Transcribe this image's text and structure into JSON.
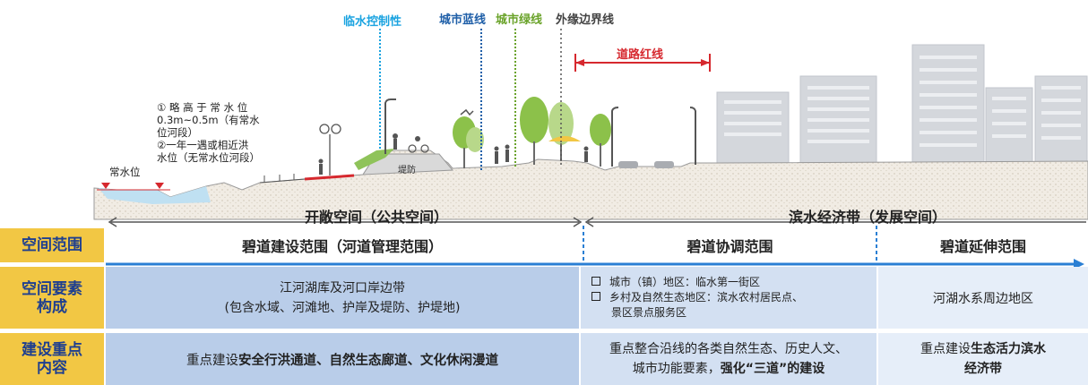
{
  "top_labels": {
    "flood_control": "临水控制性",
    "blue_line": "城市蓝线",
    "green_line": "城市绿线",
    "outer_boundary": "外缘边界线",
    "road_red_line": "道路红线"
  },
  "water_note": {
    "normal_water_level": "常水位",
    "line1": "① 略 高 于 常 水 位",
    "line2": "0.3m~0.5m（有常水",
    "line3": "位河段）",
    "line4": "②一年一遇或相近洪",
    "line5": "水位（无常水位河段）"
  },
  "levee_label": "堤防",
  "ground_labels": {
    "public_space": "开敞空间（公共空间）",
    "development_space": "滨水经济带（发展空间）"
  },
  "table": {
    "row_headers": {
      "scope": "空间范围",
      "elements_line1": "空间要素",
      "elements_line2": "构成",
      "focus_line1": "建设重点",
      "focus_line2": "内容"
    },
    "scope": {
      "construction": "碧道建设范围（河道管理范围）",
      "coordination": "碧道协调范围",
      "extension": "碧道延伸范围"
    },
    "elements": {
      "construction_line1": "江河湖库及河口岸边带",
      "construction_line2": "(包含水域、河滩地、护岸及堤防、护堤地)",
      "coordination_item1": "城市（镇）地区：临水第一街区",
      "coordination_item2_line1": "乡村及自然生态地区：滨水农村居民点、",
      "coordination_item2_line2": "景区景点服务区",
      "extension": "河湖水系周边地区"
    },
    "focus": {
      "construction_prefix": "重点建设",
      "construction_bold": "安全行洪通道、自然生态廊道、文化休闲漫道",
      "coordination_line1": "重点整合沿线的各类自然生态、历史人文、",
      "coordination_line2_normal": "城市功能要素，",
      "coordination_line2_bold": "强化“三道”的建设",
      "extension_prefix": "重点建设",
      "extension_bold1": "生态活力滨水",
      "extension_bold2": "经济带"
    }
  },
  "colors": {
    "header_yellow": "#f2c744",
    "header_text": "#1f3f8f",
    "arrow_blue": "#2a7fd4",
    "flood_label": "#1aa3e0",
    "blue_line": "#1f5fa8",
    "green_line": "#6aa32a",
    "red_line": "#d6282e",
    "ground": "#efe9e0"
  }
}
